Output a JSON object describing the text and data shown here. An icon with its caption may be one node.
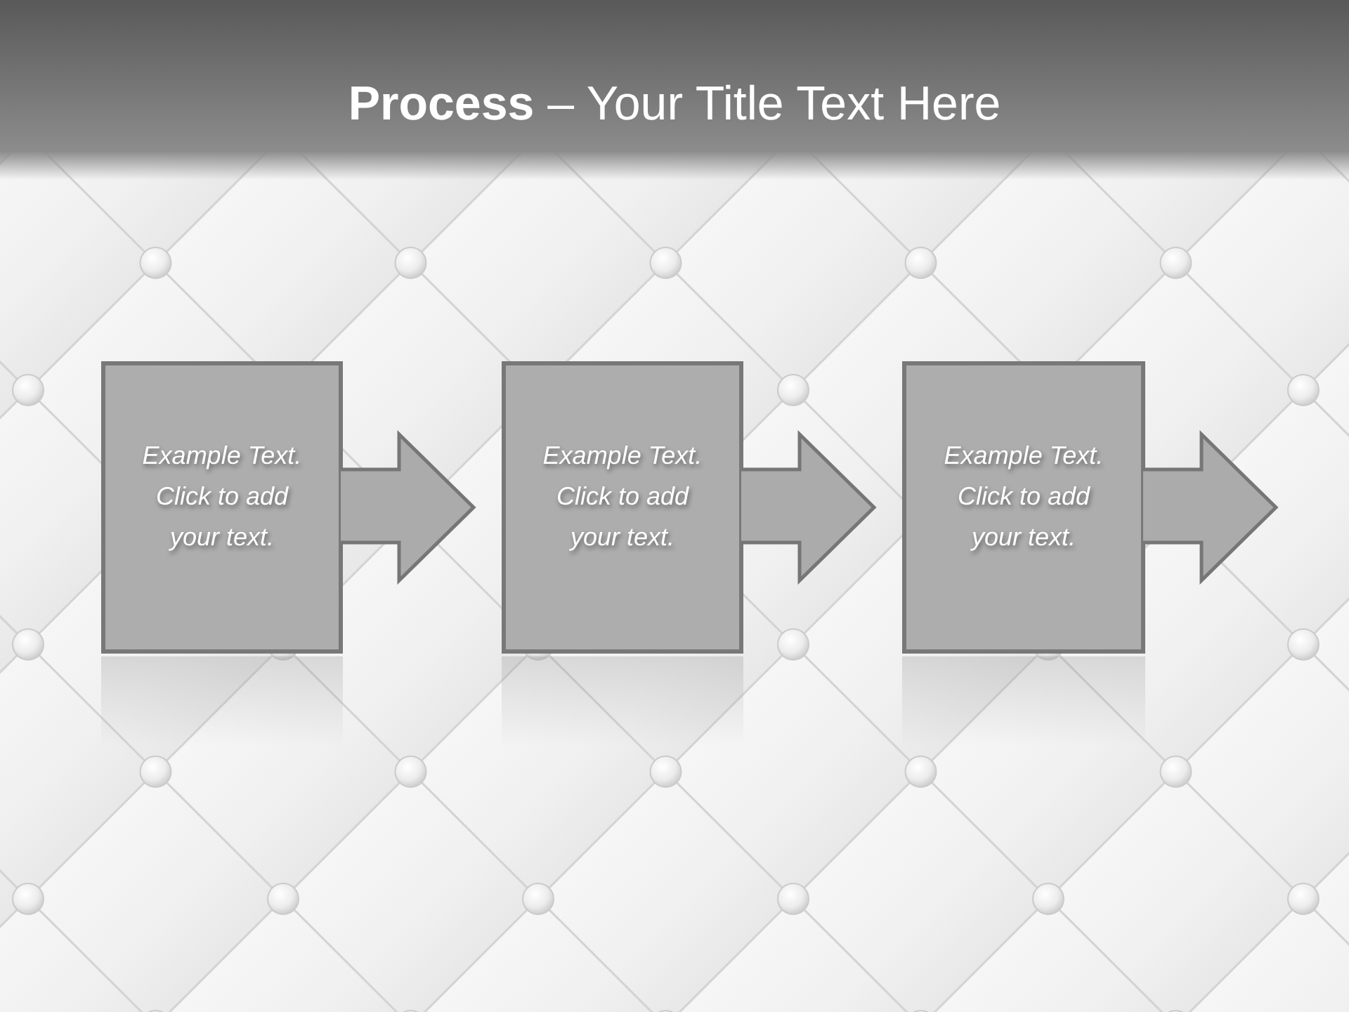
{
  "diagram": {
    "title": "**Process** – Your Title Text Here",
    "nodes": [
      {
        "text": [
          "Example Text. Click to add your text."
        ]
      },
      {
        "text": [
          "Example Text. Click to add your text."
        ]
      },
      {
        "text": [
          "Example Text. Click to add your text."
        ]
      }
    ],
    "edges": [
      {
        "from": 0,
        "to": 1,
        "arrow": "to"
      },
      {
        "from": 1,
        "to": 2,
        "arrow": "to"
      },
      {
        "from": 2,
        "to": null,
        "arrow": "to"
      }
    ]
  }
}
